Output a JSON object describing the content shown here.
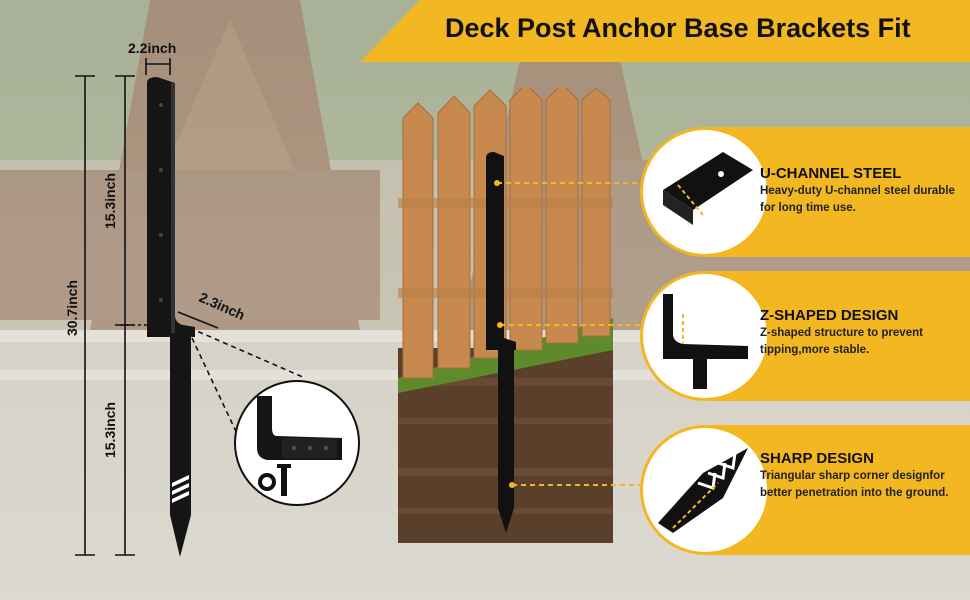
{
  "title": "Deck Post Anchor Base Brackets Fit",
  "dimensions": {
    "top_width": "2.2inch",
    "upper_height": "15.3inch",
    "total_height": "30.7inch",
    "lower_height": "15.3inch",
    "base_depth": "2.3inch"
  },
  "features": [
    {
      "title": "U-CHANNEL STEEL",
      "description": "Heavy-duty U-channel steel durable for long time use."
    },
    {
      "title": "Z-SHAPED DESIGN",
      "description": "Z-shaped structure to prevent tipping,more stable."
    },
    {
      "title": "SHARP DESIGN",
      "description": "Triangular sharp corner designfor better penetration into the ground."
    }
  ],
  "colors": {
    "accent": "#f3b721",
    "steel": "#111111",
    "wood": "#c8894e",
    "soil": "#5a3f2a"
  }
}
